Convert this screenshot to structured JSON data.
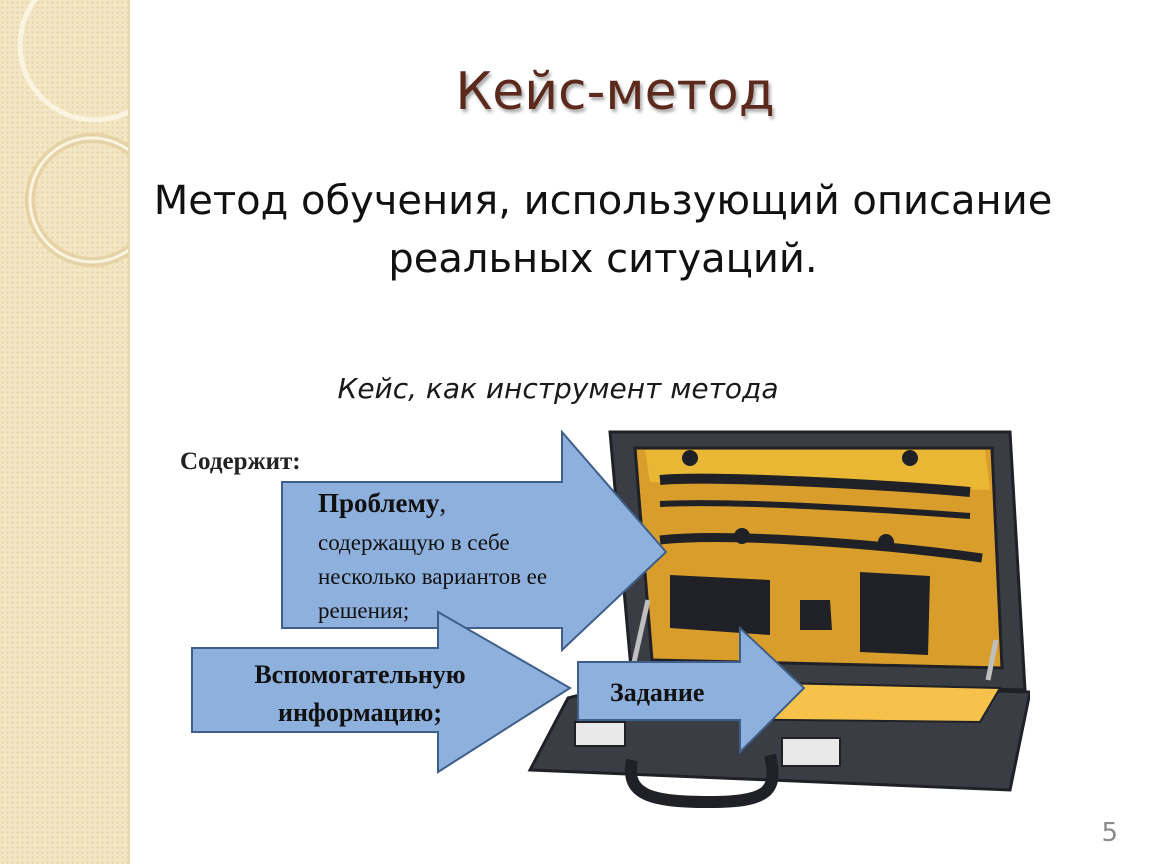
{
  "slide": {
    "title": "Кейс-метод",
    "subtitle_line1": "Метод обучения, использующий описание",
    "subtitle_line2": "реальных ситуаций.",
    "caption": "Кейс, как инструмент метода",
    "page_number": "5"
  },
  "diagram": {
    "contains_label": "Содержит:",
    "problem_title": "Проблему",
    "problem_title_suffix": ",",
    "problem_line1": "содержащую в себе",
    "problem_line2": "несколько вариантов ее",
    "problem_line3": "решения;",
    "aux_line1": "Вспомогательную",
    "aux_line2": "информацию;",
    "task_label": "Задание"
  },
  "colors": {
    "title": "#5c2a1c",
    "arrow_fill": "#8eb0dc",
    "arrow_stroke": "#3f5f8a",
    "case_body": "#3a3d44",
    "case_interior": "#d89d2a",
    "case_lid_inner": "#f2c23a",
    "sidebar": "#f3e6c4"
  }
}
